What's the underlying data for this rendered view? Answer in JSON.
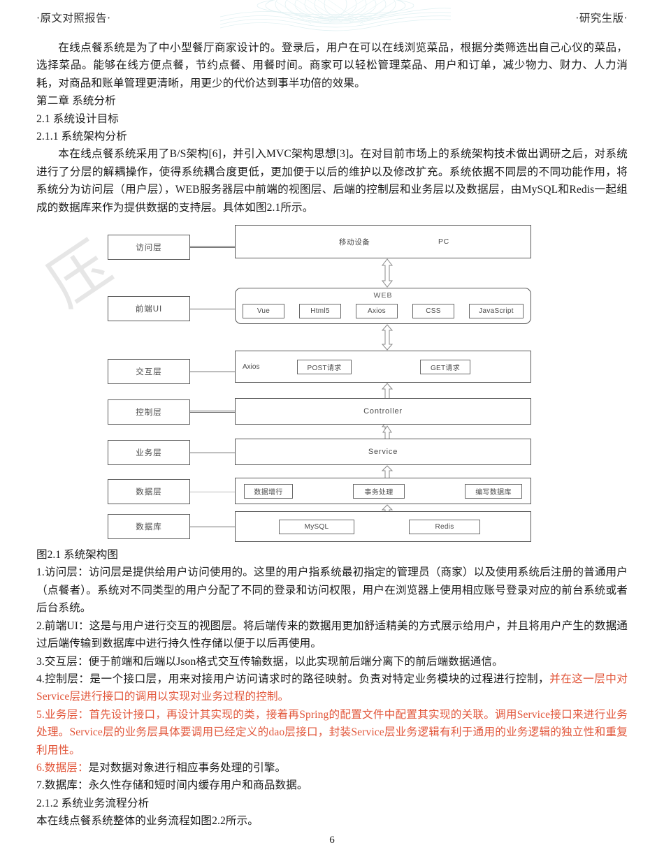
{
  "header": {
    "left": "·原文对照报告·",
    "right": "·研究生版·"
  },
  "body": {
    "intro": "在线点餐系统是为了中小型餐厅商家设计的。登录后，用户在可以在线浏览菜品，根据分类筛选出自己心仪的菜品，选择菜品。能够在线方便点餐，节约点餐、用餐时间。商家可以轻松管理菜品、用户和订单，减少物力、财力、人力消耗，对商品和账单管理更清晰，用更少的代价达到事半功倍的效果。",
    "chapter": "第二章 系统分析",
    "section_2_1": "2.1 系统设计目标",
    "section_2_1_1": "2.1.1 系统架构分析",
    "arch_para": "本在线点餐系统采用了B/S架构[6]，并引入MVC架构思想[3]。在对目前市场上的系统架构技术做出调研之后，对系统进行了分层的解耦操作，使得系统耦合度更低，更加便于以后的维护以及修改扩充。系统依据不同层的不同功能作用，将系统分为访问层（用户层），WEB服务器层中前端的视图层、后端的控制层和业务层以及数据层，由MySQL和Redis一起组成的数据库来作为提供数据的支持层。具体如图2.1所示。",
    "figure_caption": "图2.1 系统架构图",
    "item1": "1.访问层：访问层是提供给用户访问使用的。这里的用户指系统最初指定的管理员（商家）以及使用系统后注册的普通用户（点餐者）。系统对不同类型的用户分配了不同的登录和访问权限，用户在浏览器上使用相应账号登录对应的前台系统或者后台系统。",
    "item2": "2.前端UI：这是与用户进行交互的视图层。将后端传来的数据用更加舒适精美的方式展示给用户，并且将用户产生的数据通过后端传输到数据库中进行持久性存储以便于以后再使用。",
    "item3": "3.交互层：便于前端和后端以Json格式交互传输数据，以此实现前后端分离下的前后端数据通信。",
    "item4_black": "4.控制层：是一个接口层，用来对接用户访问请求时的路径映射。负责对特定业务模块的过程进行控制，",
    "item4_red": "并在这一层中对 Service层进行接口的调用以实现对业务过程的控制。",
    "item5_red": "5.业务层：首先设计接口，再设计其实现的类，接着再Spring的配置文件中配置其实现的关联。调用Service接口来进行业务处理。Service层的业务层具体要调用已经定义的dao层接口，封装Service层业务逻辑有利于通用的业务逻辑的独立性和重复利用性。",
    "item6_red": "6.数据层：",
    "item6_black": "是对数据对象进行相应事务处理的引擎。",
    "item7": "7.数据库：永久性存储和短时间内缓存用户和商品数据。",
    "section_2_1_2": "2.1.2 系统业务流程分析",
    "flow_para": "本在线点餐系统整体的业务流程如图2.2所示。"
  },
  "figure": {
    "watermark": "压",
    "labels": {
      "access": "访问层",
      "frontend_ui": "前端UI",
      "interaction": "交互层",
      "control": "控制层",
      "business": "业务层",
      "data": "数据层",
      "database": "数据库"
    },
    "row_access": {
      "device_mobile": "移动设备",
      "device_pc": "PC"
    },
    "row_web": {
      "title": "WEB",
      "chips": [
        "Vue",
        "Html5",
        "Axios",
        "CSS",
        "JavaScript"
      ]
    },
    "row_interaction": {
      "axios_label": "Axios",
      "chips": [
        "POST请求",
        "GET请求"
      ]
    },
    "row_control": {
      "text": "Controller"
    },
    "row_business": {
      "text": "Service"
    },
    "row_data": {
      "chips": [
        "数据增行",
        "事务处理",
        "编写数据库"
      ]
    },
    "row_database": {
      "chips": [
        "MySQL",
        "Redis"
      ]
    }
  },
  "footer": {
    "page_number": "6"
  },
  "colors": {
    "red_highlight": "#e2563a",
    "diagram_stroke": "#595959",
    "watermark_grey": "#e6e6e6",
    "guilloche_cyan": "#dcf0f2"
  }
}
